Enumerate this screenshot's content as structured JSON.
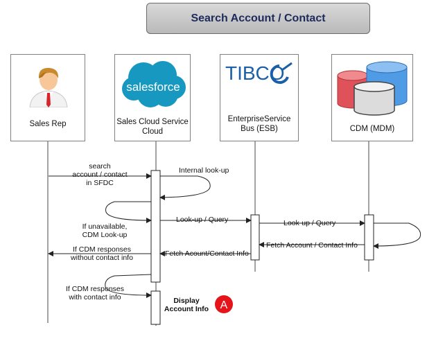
{
  "title": "Search Account / Contact",
  "actors": {
    "sales_rep": {
      "label": "Sales\nRep"
    },
    "salesforce": {
      "logo_text": "salesforce",
      "label": "Sales Cloud\nService Cloud"
    },
    "tibco": {
      "logo_text": "TIBCO",
      "label": "EnterpriseService\nBus (ESB)"
    },
    "cdm": {
      "label": "CDM (MDM)"
    }
  },
  "messages": {
    "search": "search\naccount / contact\nin SFDC",
    "internal_lookup": "Internal look-up",
    "unavailable": "If unavailable,\nCDM Look-up",
    "lookup_query_1": "Look-up / Query",
    "lookup_query_2": "Look-up / Query",
    "fetch_contact": "Fetch Account / Contact Info",
    "fetch_account": "Fetch Acount/Contact Info",
    "without_contact": "If CDM responses\nwithout contact info",
    "with_contact": "If CDM responses\nwith contact info",
    "display": "Display\nAccount Info",
    "marker": "A"
  },
  "colors": {
    "title_text": "#1f2a5c",
    "salesforce_blue": "#1798c1",
    "tibco_blue": "#1a5fa8",
    "marker_red": "#e5131a"
  }
}
